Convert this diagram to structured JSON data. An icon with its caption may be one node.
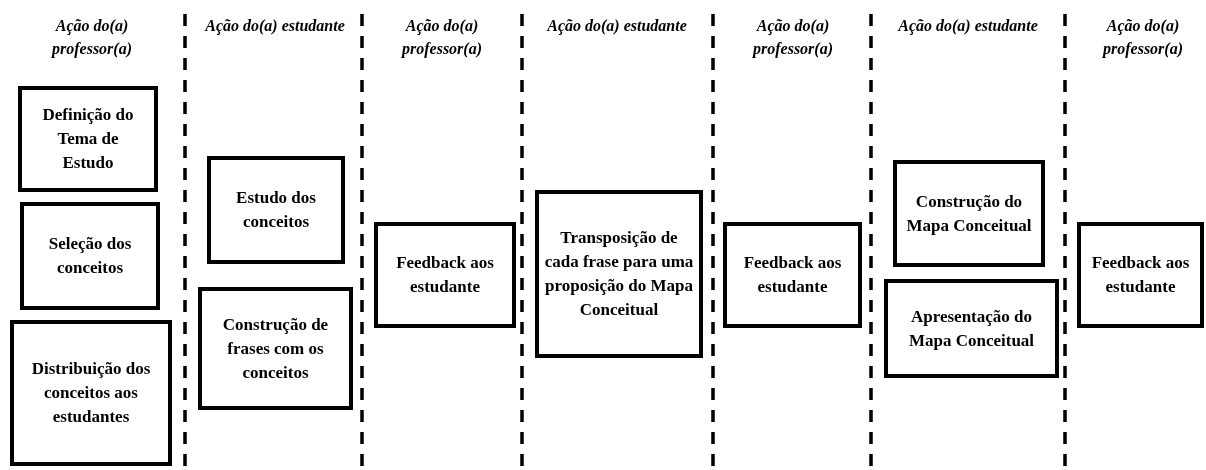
{
  "diagram": {
    "nodes": [
      {
        "text": [
          "Definição do Tema de Estudo"
        ]
      },
      {
        "text": [
          "Seleção dos conceitos"
        ]
      },
      {
        "text": [
          "Distribuição dos conceitos aos estudantes"
        ]
      },
      {
        "text": [
          "Estudo dos conceitos"
        ]
      },
      {
        "text": [
          "Construção de frases com os conceitos"
        ]
      },
      {
        "text": [
          "Feedback aos estudante"
        ]
      },
      {
        "text": [
          "Transposição de cada frase para uma proposição do Mapa Conceitual"
        ]
      },
      {
        "text": [
          "Feedback aos estudante"
        ]
      },
      {
        "text": [
          "Construção do Mapa Conceitual"
        ]
      },
      {
        "text": [
          "Apresentação do Mapa Conceitual"
        ]
      },
      {
        "text": [
          "Feedback aos estudante"
        ]
      }
    ],
    "labels": [
      "Ação do(a) professor(a)",
      "Ação do(a) estudante",
      "Ação do(a) professor(a)",
      "Ação do(a) estudante",
      "Ação do(a) professor(a)",
      "Ação do(a) estudante",
      "Ação do(a) professor(a)"
    ]
  }
}
